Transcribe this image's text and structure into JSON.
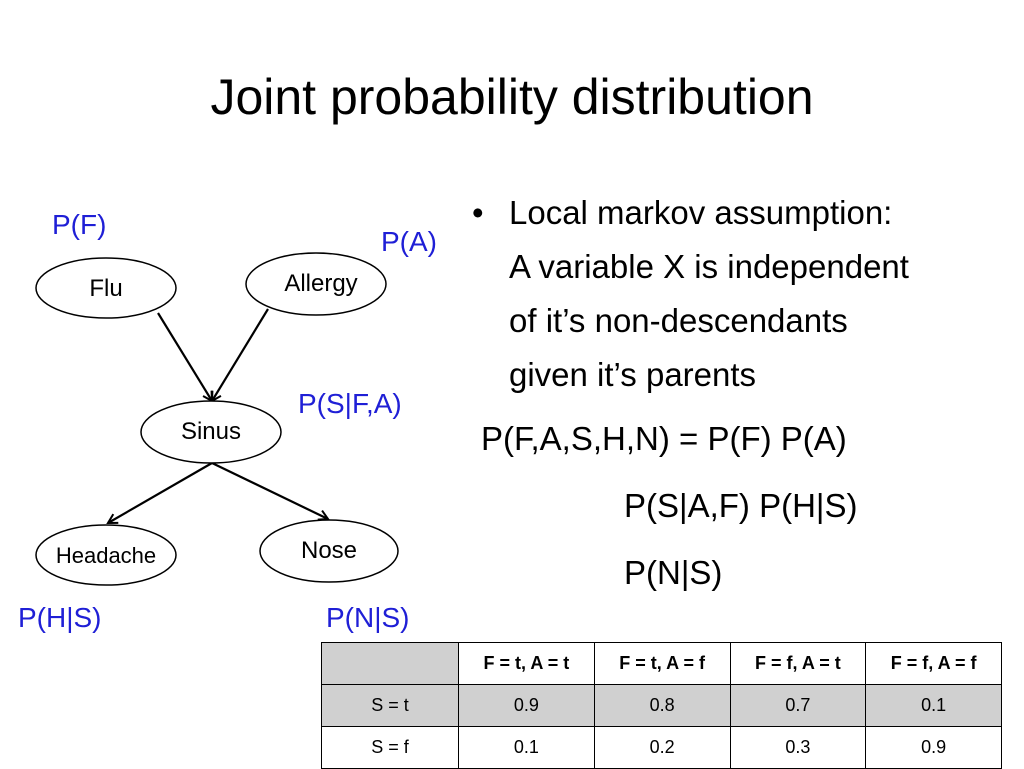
{
  "title": "Joint probability distribution",
  "network": {
    "nodes": {
      "flu": "Flu",
      "allergy": "Allergy",
      "sinus": "Sinus",
      "headache": "Headache",
      "nose": "Nose"
    },
    "probs": {
      "flu": "P(F)",
      "allergy": "P(A)",
      "sinus": "P(S|F,A)",
      "headache": "P(H|S)",
      "nose": "P(N|S)"
    }
  },
  "bullet": {
    "lines": [
      "Local markov assumption:",
      "A variable X is independent",
      "of it’s non-descendants",
      "given it’s parents"
    ]
  },
  "equation": {
    "line1": "P(F,A,S,H,N) = P(F) P(A)",
    "line2": "P(S|A,F) P(H|S)",
    "line3": "P(N|S)"
  },
  "table": {
    "headers": [
      "",
      "F = t, A = t",
      "F = t, A = f",
      "F = f, A = t",
      "F = f, A = f"
    ],
    "rows": [
      {
        "label": "S = t",
        "values": [
          "0.9",
          "0.8",
          "0.7",
          "0.1"
        ]
      },
      {
        "label": "S = f",
        "values": [
          "0.1",
          "0.2",
          "0.3",
          "0.9"
        ]
      }
    ]
  },
  "colors": {
    "probability_label": "#1f1fd6",
    "table_shade": "#d0d0d0"
  }
}
